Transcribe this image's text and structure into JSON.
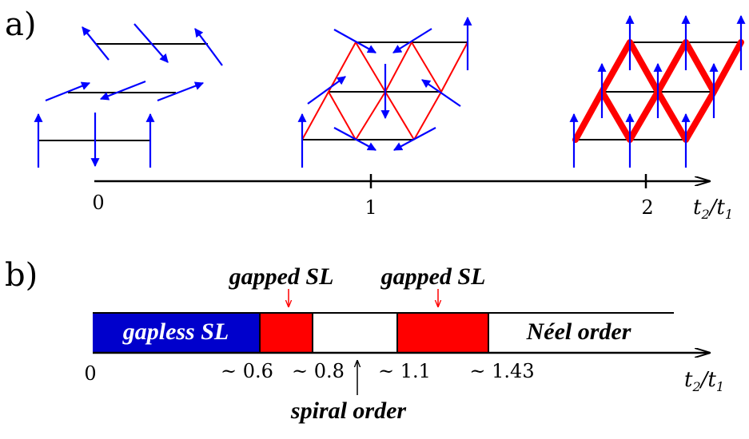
{
  "panel_a": {
    "label": "a)",
    "axis": {
      "ticks": [
        "0",
        "1",
        "2"
      ],
      "label_main": "t",
      "label_sub1": "2",
      "label_sep": "/t",
      "label_sub2": "1"
    }
  },
  "panel_b": {
    "label": "b)",
    "regions": [
      {
        "name": "gapless SL",
        "from": 0,
        "to": 0.6,
        "fill": "#0000cc",
        "label": "gapless SL",
        "label_color": "#ffffff"
      },
      {
        "name": "gapped SL",
        "from": 0.6,
        "to": 0.8,
        "fill": "#ff0000",
        "label": "",
        "label_color": ""
      },
      {
        "name": "spiral order",
        "from": 0.8,
        "to": 1.1,
        "fill": "#ffffff",
        "label": "",
        "label_color": ""
      },
      {
        "name": "gapped SL",
        "from": 1.1,
        "to": 1.43,
        "fill": "#ff0000",
        "label": "",
        "label_color": ""
      },
      {
        "name": "Néel order",
        "from": 1.43,
        "to": 2.1,
        "fill": "#ffffff",
        "label": "Néel order",
        "label_color": "#000000"
      }
    ],
    "annotations": {
      "gapped_sl_1": "gapped SL",
      "gapped_sl_2": "gapped SL",
      "spiral_order": "spiral order"
    },
    "boundary_labels": [
      "0",
      "~ 0.6",
      "~ 0.8",
      "~ 1.1",
      "~ 1.43"
    ],
    "axis_label": {
      "main": "t",
      "sub1": "2",
      "sep": "/t",
      "sub2": "1"
    }
  },
  "colors": {
    "spin": "#0000ff",
    "bond_red": "#ff0000",
    "bond_black": "#000000",
    "gapless": "#0000cc",
    "gapped": "#ff0000"
  }
}
